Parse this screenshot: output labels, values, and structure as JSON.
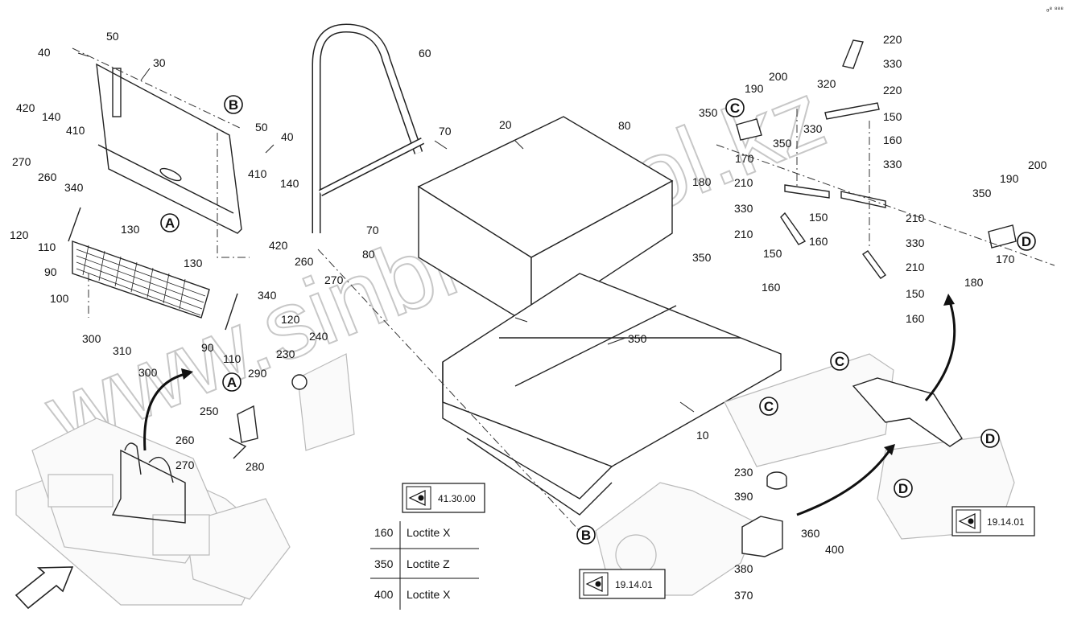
{
  "callouts": [
    {
      "id": "c40a",
      "label": "40"
    },
    {
      "id": "c50a",
      "label": "50"
    },
    {
      "id": "c30",
      "label": "30"
    },
    {
      "id": "c420a",
      "label": "420"
    },
    {
      "id": "c140a",
      "label": "140"
    },
    {
      "id": "c410a",
      "label": "410"
    },
    {
      "id": "c270a",
      "label": "270"
    },
    {
      "id": "c260a",
      "label": "260"
    },
    {
      "id": "c340a",
      "label": "340"
    },
    {
      "id": "c50b",
      "label": "50"
    },
    {
      "id": "c40b",
      "label": "40"
    },
    {
      "id": "c410b",
      "label": "410"
    },
    {
      "id": "c140b",
      "label": "140"
    },
    {
      "id": "c420b",
      "label": "420"
    },
    {
      "id": "c120a",
      "label": "120"
    },
    {
      "id": "c110a",
      "label": "110"
    },
    {
      "id": "c130a",
      "label": "130"
    },
    {
      "id": "c90a",
      "label": "90"
    },
    {
      "id": "c100",
      "label": "100"
    },
    {
      "id": "c300a",
      "label": "300"
    },
    {
      "id": "c310",
      "label": "310"
    },
    {
      "id": "c300b",
      "label": "300"
    },
    {
      "id": "c130b",
      "label": "130"
    },
    {
      "id": "c90b",
      "label": "90"
    },
    {
      "id": "c110b",
      "label": "110"
    },
    {
      "id": "c120b",
      "label": "120"
    },
    {
      "id": "c340b",
      "label": "340"
    },
    {
      "id": "c260b",
      "label": "260"
    },
    {
      "id": "c270b",
      "label": "270"
    },
    {
      "id": "c60",
      "label": "60"
    },
    {
      "id": "c70a",
      "label": "70"
    },
    {
      "id": "c70b",
      "label": "70"
    },
    {
      "id": "c80a",
      "label": "80"
    },
    {
      "id": "c20",
      "label": "20"
    },
    {
      "id": "c80b",
      "label": "80"
    },
    {
      "id": "c350a",
      "label": "350"
    },
    {
      "id": "c350b",
      "label": "350"
    },
    {
      "id": "c10",
      "label": "10"
    },
    {
      "id": "c240",
      "label": "240"
    },
    {
      "id": "c230a",
      "label": "230"
    },
    {
      "id": "c290",
      "label": "290"
    },
    {
      "id": "c250",
      "label": "250"
    },
    {
      "id": "c260c",
      "label": "260"
    },
    {
      "id": "c270c",
      "label": "270"
    },
    {
      "id": "c280",
      "label": "280"
    },
    {
      "id": "c220a",
      "label": "220"
    },
    {
      "id": "c330a",
      "label": "330"
    },
    {
      "id": "c200a",
      "label": "200"
    },
    {
      "id": "c320",
      "label": "320"
    },
    {
      "id": "c190a",
      "label": "190"
    },
    {
      "id": "c220b",
      "label": "220"
    },
    {
      "id": "c350c",
      "label": "350"
    },
    {
      "id": "c150a",
      "label": "150"
    },
    {
      "id": "c330b",
      "label": "330"
    },
    {
      "id": "c160a",
      "label": "160"
    },
    {
      "id": "c350d",
      "label": "350"
    },
    {
      "id": "c170a",
      "label": "170"
    },
    {
      "id": "c180a",
      "label": "180"
    },
    {
      "id": "c330c",
      "label": "330"
    },
    {
      "id": "c200b",
      "label": "200"
    },
    {
      "id": "c190b",
      "label": "190"
    },
    {
      "id": "c210a",
      "label": "210"
    },
    {
      "id": "c350e",
      "label": "350"
    },
    {
      "id": "c330d",
      "label": "330"
    },
    {
      "id": "c150b",
      "label": "150"
    },
    {
      "id": "c210b",
      "label": "210"
    },
    {
      "id": "c210c",
      "label": "210"
    },
    {
      "id": "c160b",
      "label": "160"
    },
    {
      "id": "c330e",
      "label": "330"
    },
    {
      "id": "c150c",
      "label": "150"
    },
    {
      "id": "c170b",
      "label": "170"
    },
    {
      "id": "c160c",
      "label": "160"
    },
    {
      "id": "c210d",
      "label": "210"
    },
    {
      "id": "c180b",
      "label": "180"
    },
    {
      "id": "c150d",
      "label": "150"
    },
    {
      "id": "c160d",
      "label": "160"
    },
    {
      "id": "c230b",
      "label": "230"
    },
    {
      "id": "c390",
      "label": "390"
    },
    {
      "id": "c360",
      "label": "360"
    },
    {
      "id": "c400",
      "label": "400"
    },
    {
      "id": "c380",
      "label": "380"
    },
    {
      "id": "c370",
      "label": "370"
    }
  ],
  "letter_markers": [
    {
      "id": "mB1",
      "letter": "B"
    },
    {
      "id": "mA1",
      "letter": "A"
    },
    {
      "id": "mA2",
      "letter": "A"
    },
    {
      "id": "mB2",
      "letter": "B"
    },
    {
      "id": "mC1",
      "letter": "C"
    },
    {
      "id": "mD1",
      "letter": "D"
    },
    {
      "id": "mC2",
      "letter": "C"
    },
    {
      "id": "mC3",
      "letter": "C"
    },
    {
      "id": "mD2",
      "letter": "D"
    },
    {
      "id": "mD3",
      "letter": "D"
    }
  ],
  "reference_boxes": [
    {
      "id": "ref1",
      "code": "41.30.00",
      "icon": "eye-view-icon"
    },
    {
      "id": "ref2",
      "code": "19.14.01",
      "icon": "eye-view-icon"
    },
    {
      "id": "ref3",
      "code": "19.14.01",
      "icon": "eye-view-icon"
    }
  ],
  "adhesive_table": {
    "rows": [
      {
        "part": "160",
        "material": "Loctite X"
      },
      {
        "part": "350",
        "material": "Loctite Z"
      },
      {
        "part": "400",
        "material": "Loctite X"
      }
    ]
  },
  "watermark": {
    "text": "www.sinbrontool.kz"
  },
  "corner_mark": {
    "text": "ₒ⁸ ⁸⁸⁸"
  }
}
